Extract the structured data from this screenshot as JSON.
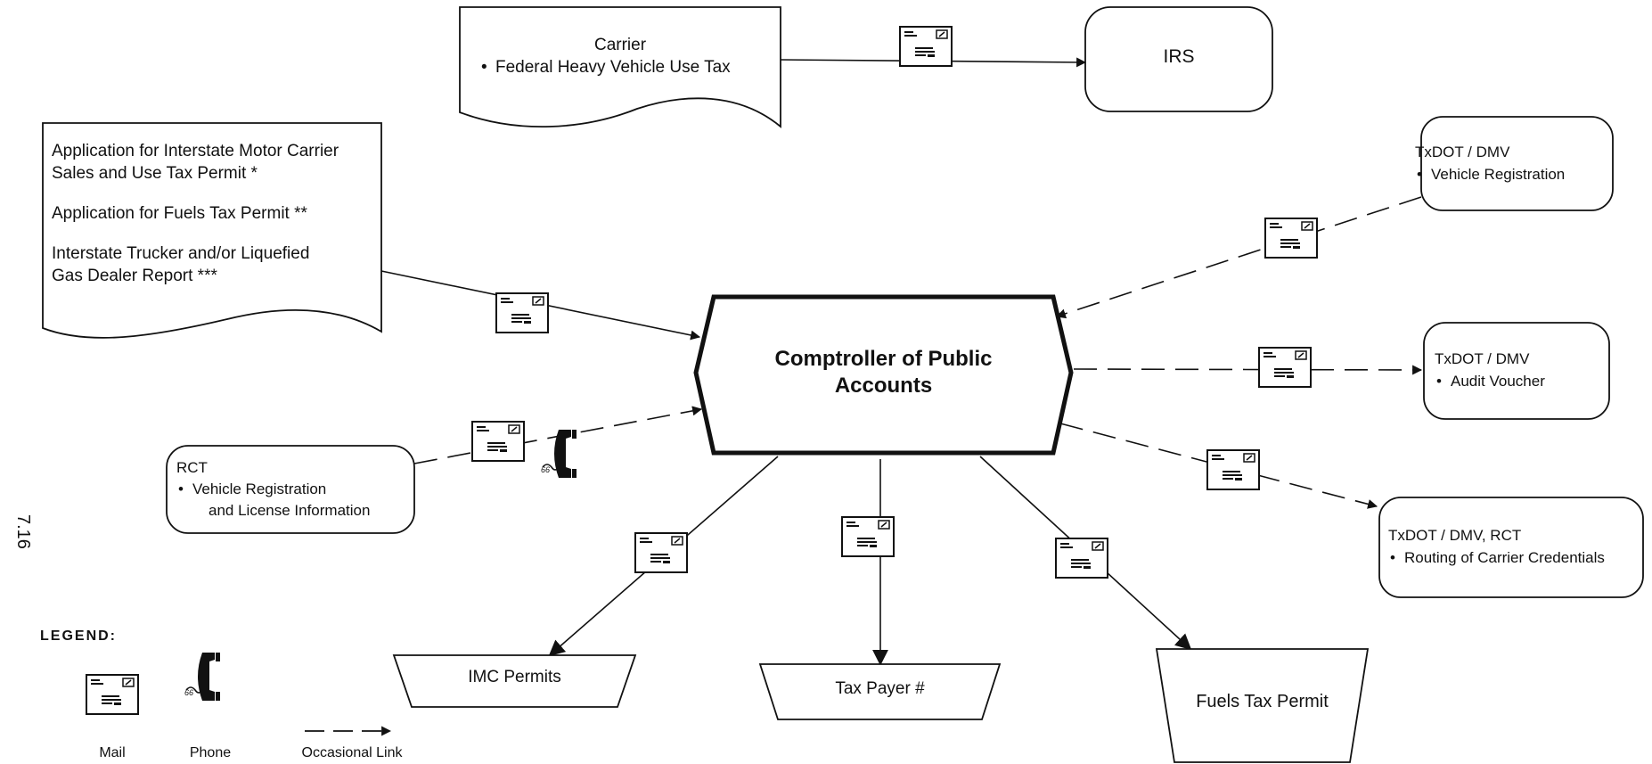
{
  "page_number": "7.16",
  "center_node": {
    "line1": "Comptroller of Public",
    "line2": "Accounts"
  },
  "carrier_doc": {
    "title": "Carrier",
    "bullet": "Federal Heavy Vehicle Use Tax"
  },
  "irs": {
    "label": "IRS"
  },
  "applications_doc": {
    "item1_line1": "Application for Interstate Motor Carrier",
    "item1_line2": "Sales and Use Tax Permit *",
    "item2": "Application for Fuels Tax Permit  **",
    "item3_line1": "Interstate Trucker and/or Liquefied",
    "item3_line2": "Gas Dealer Report  ***"
  },
  "rct": {
    "title": "RCT",
    "bullet_line1": "Vehicle Registration",
    "bullet_line2": "and License Information"
  },
  "txdot_registration": {
    "title": "TxDOT / DMV",
    "bullet": "Vehicle Registration"
  },
  "txdot_audit": {
    "title": "TxDOT / DMV",
    "bullet": "Audit Voucher"
  },
  "txdot_routing": {
    "title": "TxDOT / DMV,  RCT",
    "bullet": "Routing of Carrier Credentials"
  },
  "outputs": {
    "imc": "IMC Permits",
    "taxpayer": "Tax Payer #",
    "fuels": "Fuels Tax Permit"
  },
  "legend": {
    "title": "LEGEND:",
    "mail": "Mail",
    "phone": "Phone",
    "occasional": "Occasional Link"
  },
  "icons": {
    "mail": "mail-envelope-icon",
    "phone": "telephone-icon"
  }
}
